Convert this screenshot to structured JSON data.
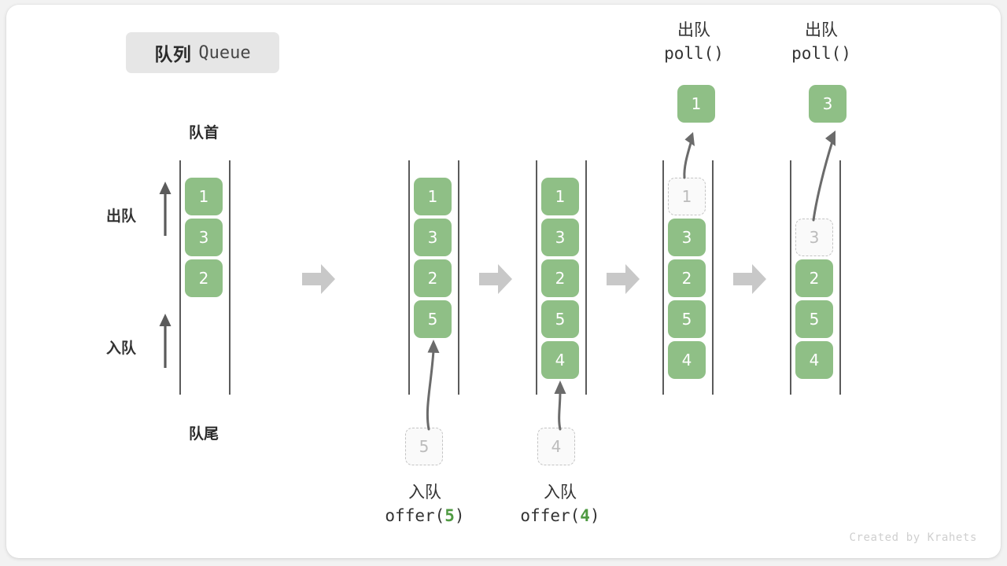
{
  "title": {
    "cn": "队列",
    "en": "Queue"
  },
  "labels": {
    "head": "队首",
    "tail": "队尾",
    "dequeue": "出队",
    "enqueue": "入队"
  },
  "credit": "Created by Krahets",
  "colors": {
    "cell_fill": "#8fbf86",
    "cell_text": "#ffffff",
    "ghost_border": "#c4c4c4",
    "ghost_text": "#bcbcbc",
    "rail": "#5b5b5b",
    "step_arrow": "#c8c8c8",
    "curve_arrow": "#6b6b6b",
    "chip_bg": "#e6e6e6",
    "accent_green": "#4f9a42",
    "page_bg": "#f2f2f2",
    "card_bg": "#ffffff"
  },
  "columns": [
    {
      "id": "state-0",
      "slots": [
        "1",
        "3",
        "2",
        "",
        "",
        ""
      ],
      "ghost_slot": null
    },
    {
      "id": "state-1",
      "slots": [
        "1",
        "3",
        "2",
        "5",
        "",
        ""
      ],
      "ghost_slot": null,
      "incoming": {
        "value": "5"
      },
      "caption": {
        "cn": "入队",
        "code_prefix": "offer(",
        "code_arg": "5",
        "code_suffix": ")"
      }
    },
    {
      "id": "state-2",
      "slots": [
        "1",
        "3",
        "2",
        "5",
        "4",
        ""
      ],
      "ghost_slot": null,
      "incoming": {
        "value": "4"
      },
      "caption": {
        "cn": "入队",
        "code_prefix": "offer(",
        "code_arg": "4",
        "code_suffix": ")"
      }
    },
    {
      "id": "state-3",
      "slots": [
        "1",
        "3",
        "2",
        "5",
        "4",
        ""
      ],
      "ghost_slot": 0,
      "outgoing": {
        "value": "1"
      },
      "caption_top": {
        "cn": "出队",
        "code": "poll()"
      }
    },
    {
      "id": "state-4",
      "slots": [
        "",
        "3",
        "2",
        "5",
        "4",
        ""
      ],
      "ghost_slot": 1,
      "outgoing": {
        "value": "3"
      },
      "caption_top": {
        "cn": "出队",
        "code": "poll()"
      }
    }
  ]
}
